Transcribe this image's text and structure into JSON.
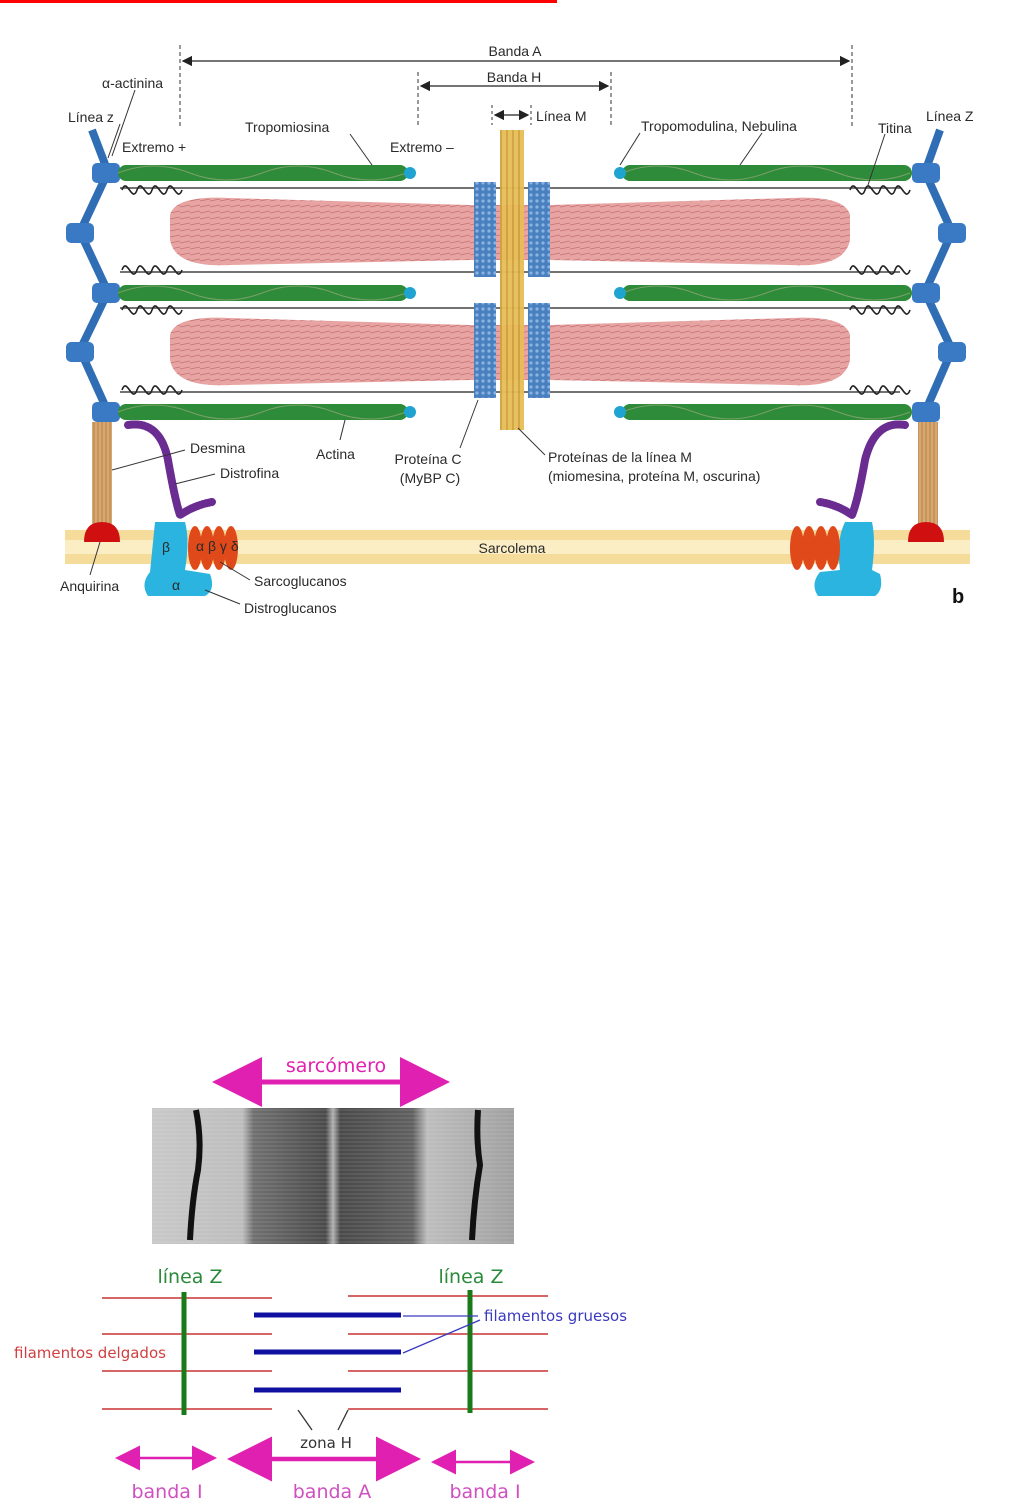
{
  "header_bar": {
    "color": "#ff0000"
  },
  "top_diagram": {
    "panel_label": "b",
    "dimension_labels": {
      "banda_a": "Banda A",
      "banda_h": "Banda H",
      "linea_m": "Línea M"
    },
    "labels": {
      "alpha_actinina": "α-actinina",
      "linea_z_left": "Línea z",
      "linea_z_right": "Línea Z",
      "extremo_plus": "Extremo +",
      "extremo_minus": "Extremo –",
      "tropomiosina": "Tropomiosina",
      "tropomodulina_nebulina": "Tropomodulina, Nebulina",
      "titina": "Titina",
      "desmina": "Desmina",
      "distrofina": "Distrofina",
      "actina": "Actina",
      "proteina_c_1": "Proteína C",
      "proteina_c_2": "(MyBP C)",
      "proteinas_m_1": "Proteínas de la línea M",
      "proteinas_m_2": "(miomesina, proteína M, oscurina)",
      "sarcolema": "Sarcolema",
      "anquirina": "Anquirina",
      "sarcoglucanos": "Sarcoglucanos",
      "distroglucanos": "Distroglucanos",
      "dg_beta": "β",
      "dg_alpha": "α",
      "sg_subunits": "α β γ δ"
    },
    "colors": {
      "z_disc": "#2f6db5",
      "actin": "#2e8b3a",
      "myosin": "#e59a9a",
      "titin": "#333333",
      "tropomodulin": "#1fa3d0",
      "m_line": "#e0b24a",
      "mybp_c": "#4f86c6",
      "sarcolemma": "#f6dc9a",
      "dystrophin": "#6a2c91",
      "desmin": "#c99a62",
      "ankyrin": "#d01010",
      "dystroglycan": "#2bb4e0",
      "sarcoglycan": "#e04a1a"
    }
  },
  "bottom_diagram": {
    "title": "sarcómero",
    "linea_z_left": "línea Z",
    "linea_z_right": "línea Z",
    "filamentos_gruesos": "filamentos gruesos",
    "filamentos_delgados": "filamentos delgados",
    "zona_h": "zona H",
    "banda_i_left": "banda I",
    "banda_a": "banda A",
    "banda_i_right": "banda I",
    "colors": {
      "magenta": "#e020b0",
      "green": "#1a7a1a",
      "thin": "#d05050",
      "thick": "#1010a0",
      "label_green": "#2a8a3a",
      "label_blue": "#3a3ac0",
      "label_red": "#d04040"
    }
  }
}
